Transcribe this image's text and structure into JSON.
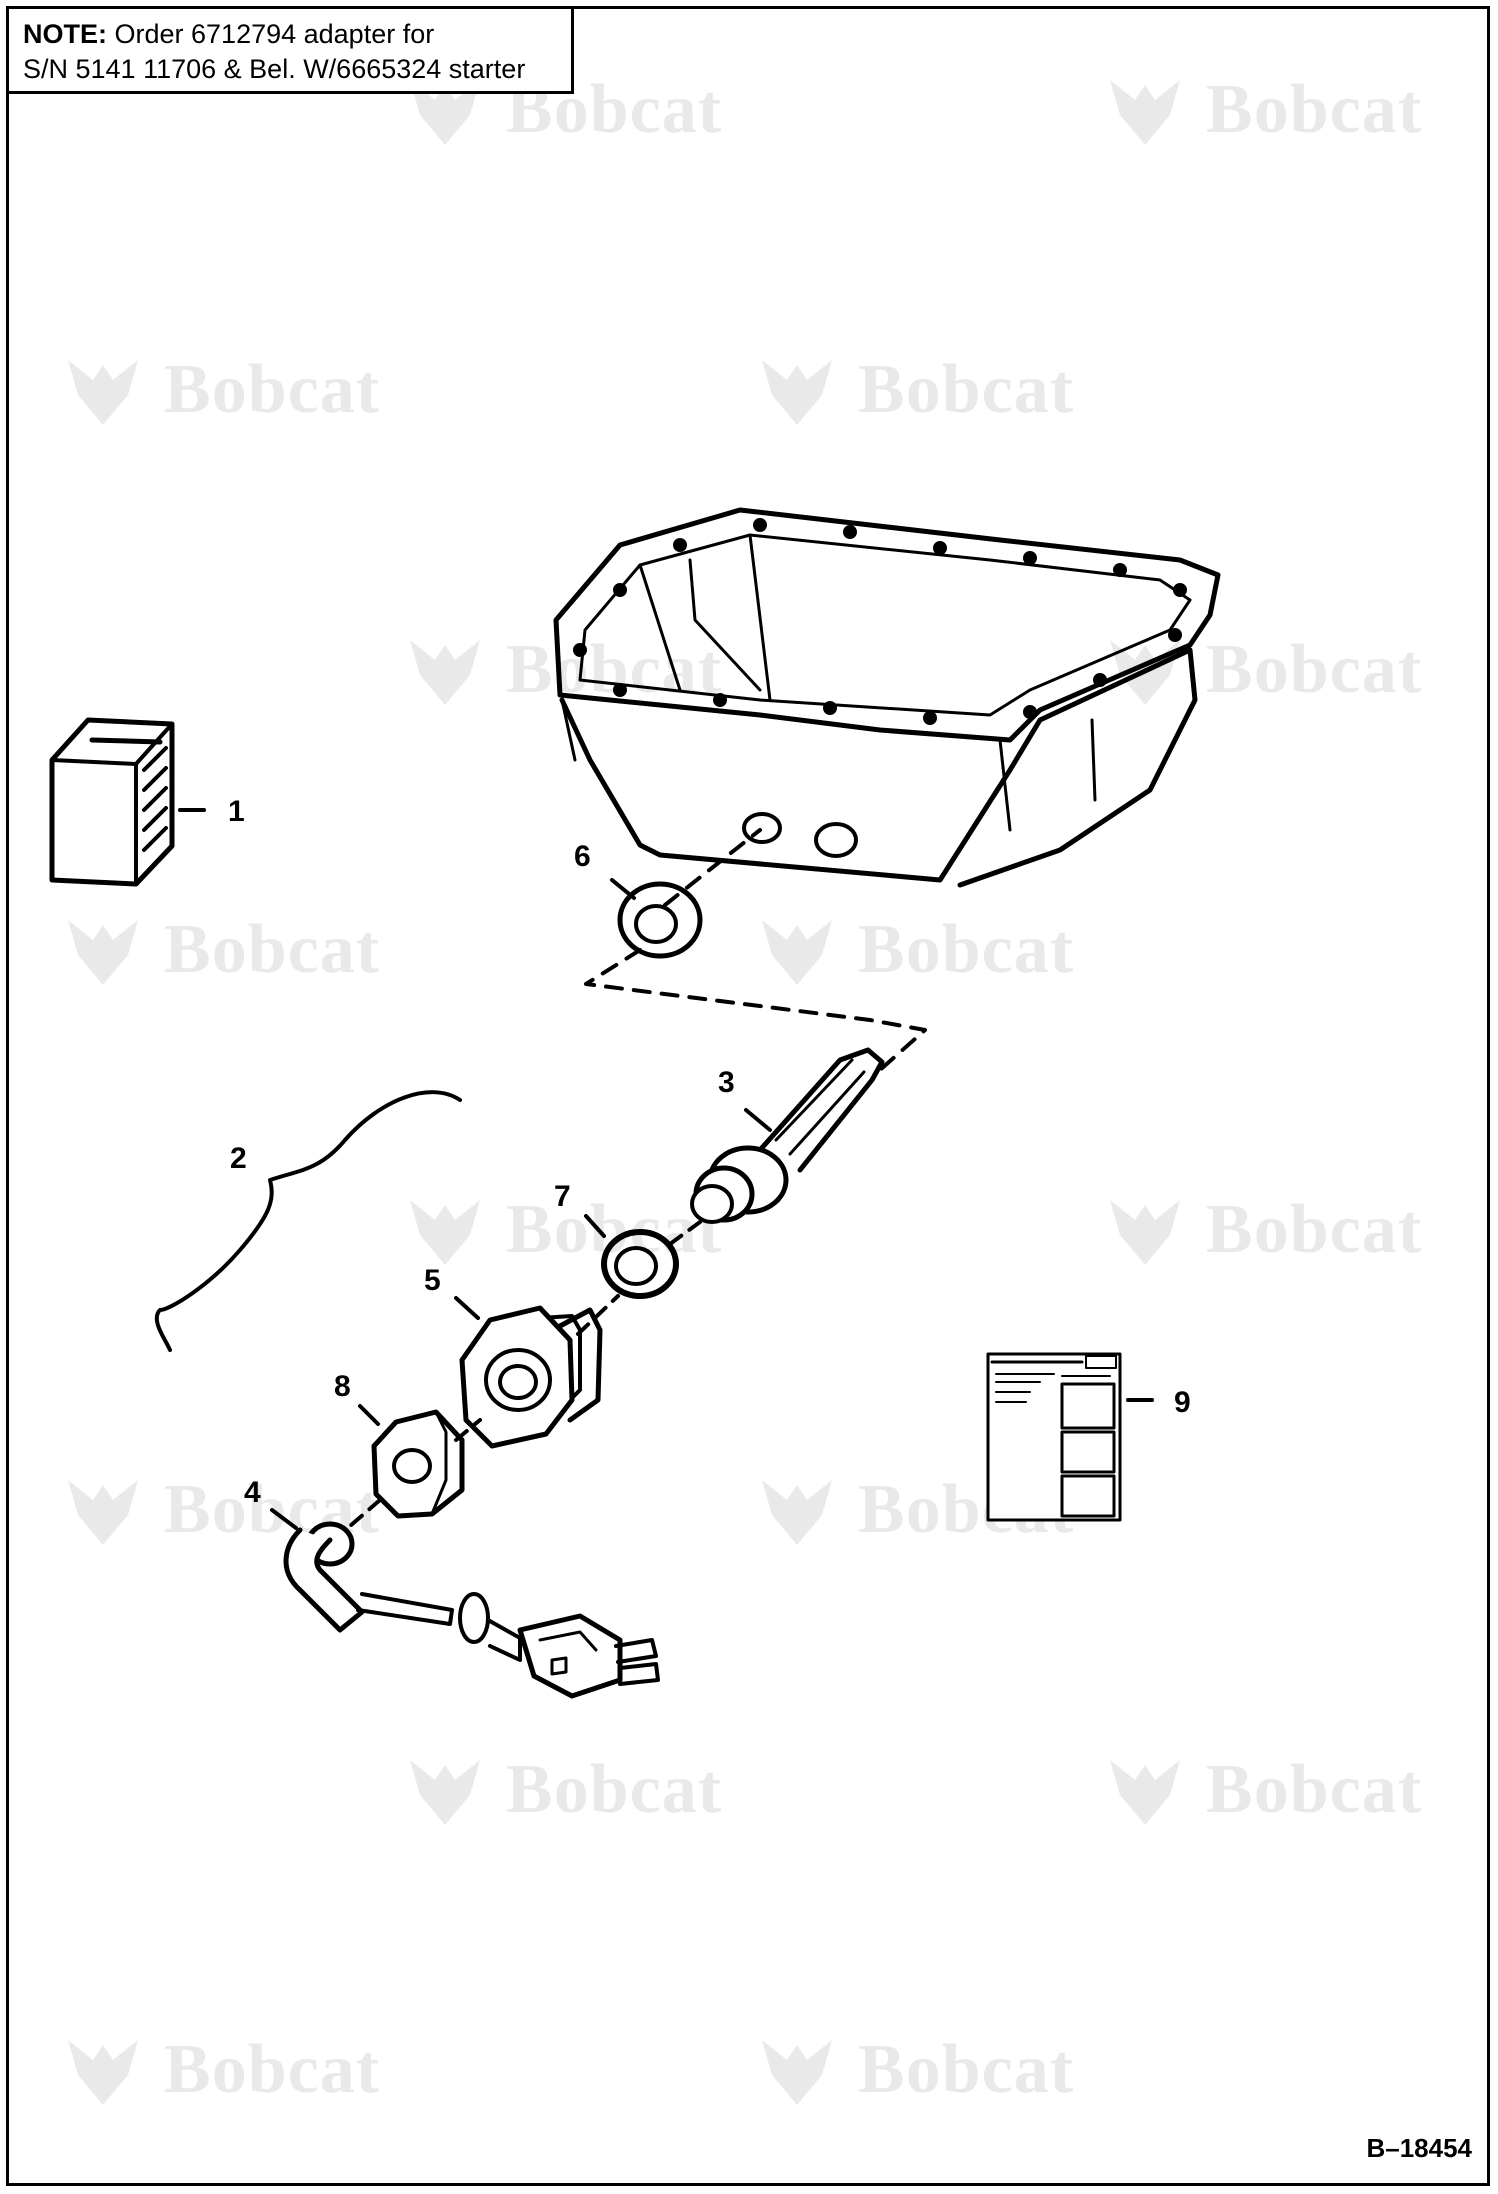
{
  "note": {
    "label": "NOTE:",
    "line1": " Order 6712794 adapter for",
    "line2": "S/N 5141 11706 & Bel. W/6665324 starter"
  },
  "watermark": {
    "text": "Bobcat",
    "color": "#e9e9e9"
  },
  "callouts": {
    "c1": "1",
    "c2": "2",
    "c3": "3",
    "c4": "4",
    "c5": "5",
    "c6": "6",
    "c7": "7",
    "c8": "8",
    "c9": "9"
  },
  "drawing_id": "B–18454",
  "parts": [
    {
      "callout": "1",
      "icon": "decal-block-icon"
    },
    {
      "callout": "2",
      "icon": "brace-group-icon"
    },
    {
      "callout": "3",
      "icon": "heater-element-icon"
    },
    {
      "callout": "4",
      "icon": "power-cord-icon"
    },
    {
      "callout": "5",
      "icon": "adapter-nut-icon"
    },
    {
      "callout": "6",
      "icon": "gasket-icon"
    },
    {
      "callout": "7",
      "icon": "o-ring-icon"
    },
    {
      "callout": "8",
      "icon": "hex-nut-icon"
    },
    {
      "callout": "9",
      "icon": "instruction-sheet-icon"
    }
  ]
}
